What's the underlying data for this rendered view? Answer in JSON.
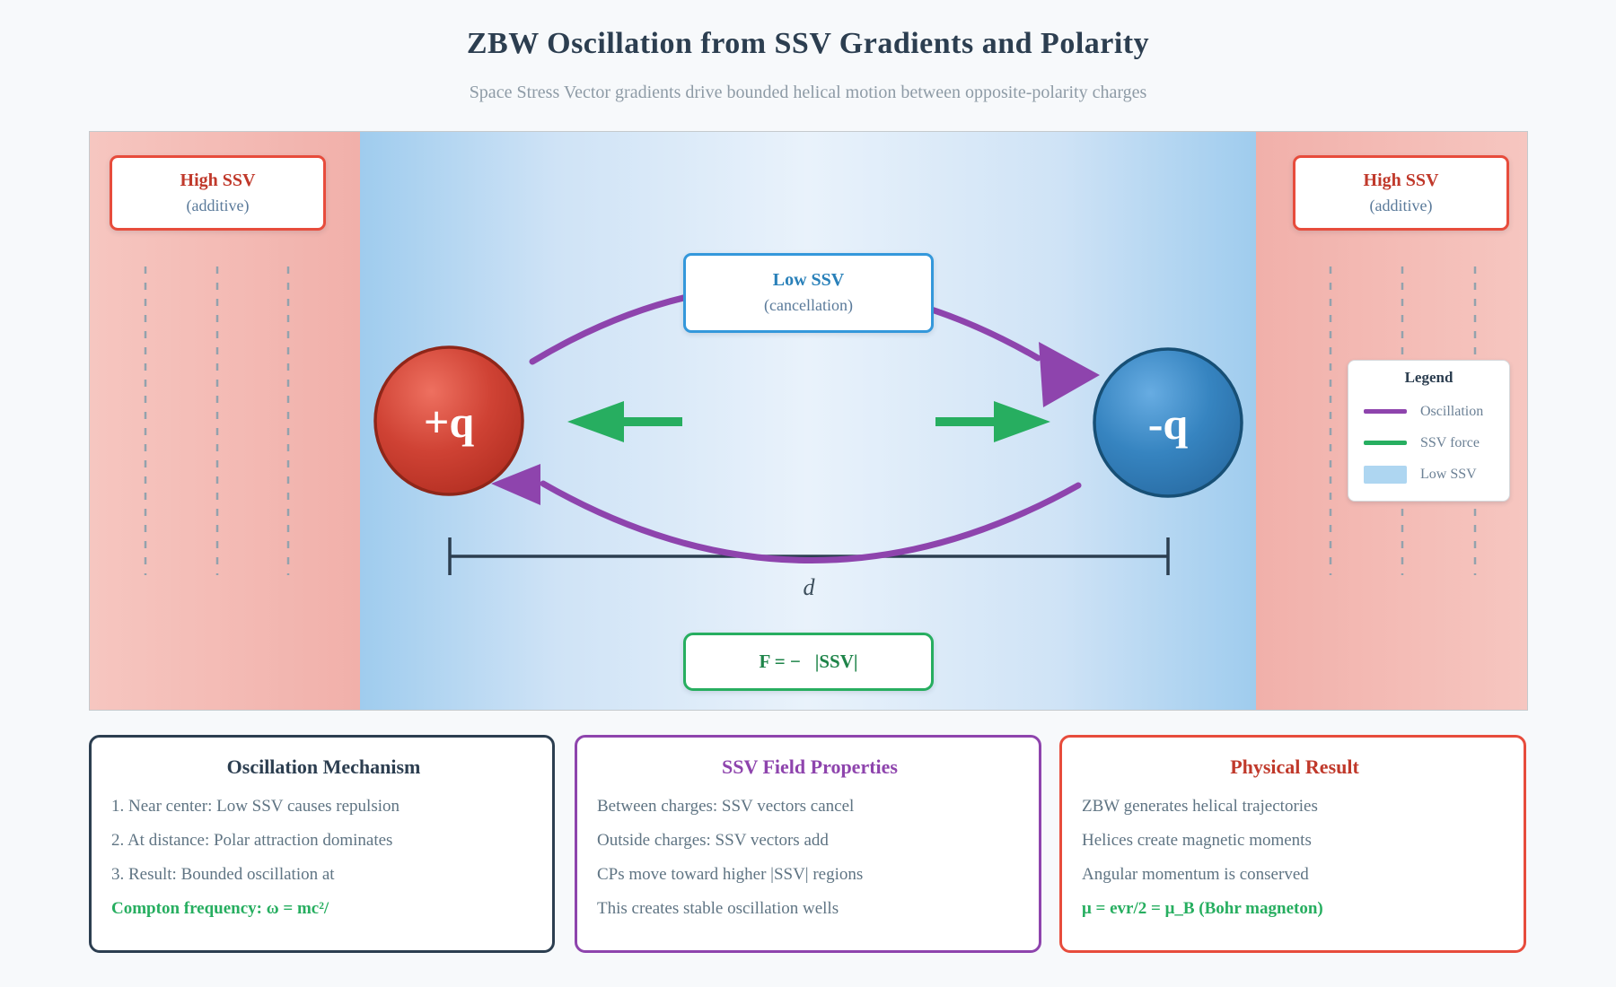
{
  "page": {
    "title": "ZBW Oscillation from SSV Gradients and Polarity",
    "subtitle": "Space Stress Vector gradients drive bounded helical motion between opposite-polarity charges"
  },
  "diagram": {
    "high_ssv_left": {
      "title": "High SSV",
      "note": "(additive)"
    },
    "high_ssv_right": {
      "title": "High SSV",
      "note": "(additive)"
    },
    "low_ssv": {
      "title": "Low SSV",
      "note": "(cancellation)"
    },
    "charges": {
      "positive": "+q",
      "negative": "-q"
    },
    "distance_label": "d",
    "formula": "F = −   |SSV|",
    "legend": {
      "title": "Legend",
      "items": [
        {
          "label": "Oscillation",
          "color": "#8e44ad",
          "type": "line"
        },
        {
          "label": "SSV force",
          "color": "#27ae60",
          "type": "line"
        },
        {
          "label": "Low SSV",
          "color": "#aed6f1",
          "type": "swatch"
        }
      ]
    }
  },
  "panels": [
    {
      "title": "Oscillation Mechanism",
      "items": [
        "1. Near center: Low SSV causes repulsion",
        "2. At distance: Polar attraction dominates",
        "3. Result: Bounded oscillation at"
      ],
      "highlight": "Compton frequency: ω = mc²/"
    },
    {
      "title": "SSV Field Properties",
      "items": [
        "Between charges: SSV vectors cancel",
        "Outside charges: SSV vectors add",
        "CPs move toward higher |SSV| regions",
        "This creates stable oscillation wells"
      ],
      "highlight": ""
    },
    {
      "title": "Physical Result",
      "items": [
        "ZBW generates helical trajectories",
        "Helices create magnetic moments",
        "Angular momentum is conserved"
      ],
      "highlight": "μ = evr/2 = μ_B (Bohr magneton)"
    }
  ],
  "colors": {
    "high_ssv_border": "#e74c3c",
    "high_ssv_text": "#c0392b",
    "high_ssv_region": "#f3b8b2",
    "low_ssv_border": "#3498db",
    "low_ssv_text": "#2980b9",
    "low_ssv_region": "#aed6f1",
    "oscillation": "#8e44ad",
    "ssv_force": "#27ae60",
    "positive_charge": "#c0392b",
    "negative_charge": "#2e7cb8",
    "formula_text": "#1e8449",
    "title_text": "#2c3e50"
  }
}
